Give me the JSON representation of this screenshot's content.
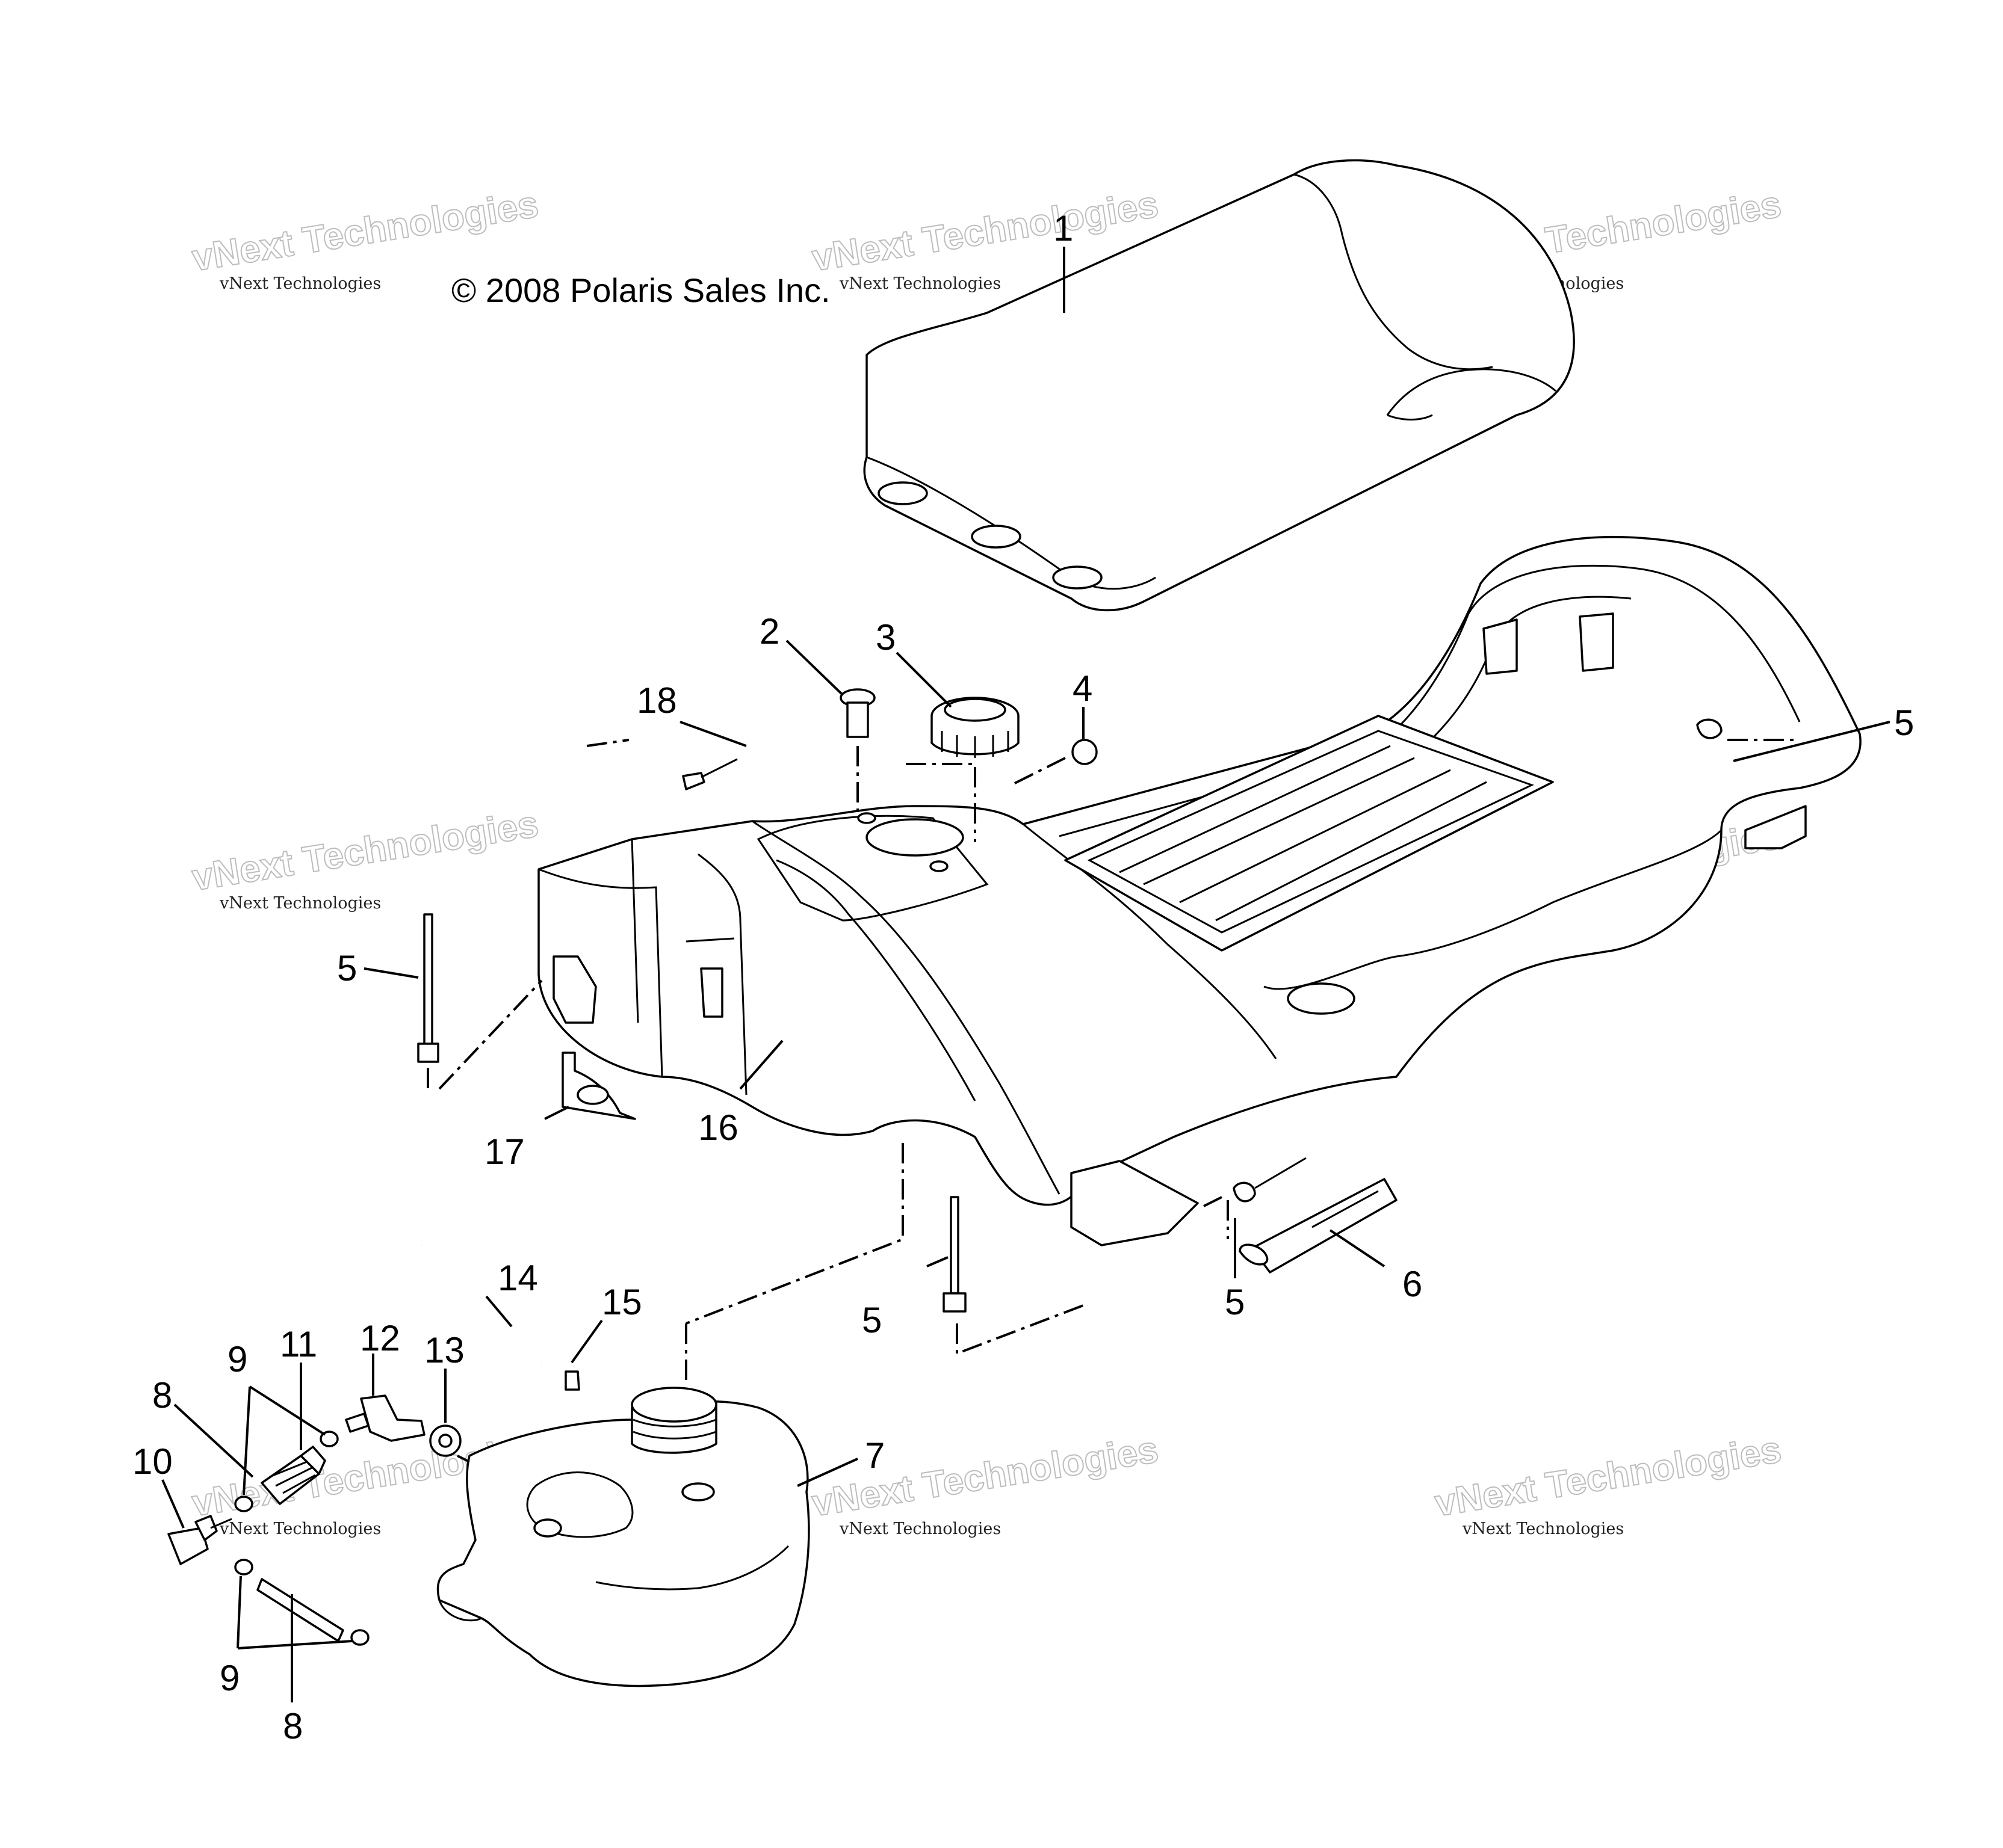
{
  "copyright": "© 2008 Polaris Sales Inc.",
  "watermark": {
    "big": "vNext Technologies",
    "small": "vNext Technologies"
  },
  "callouts": [
    "1",
    "2",
    "3",
    "4",
    "5",
    "5",
    "5",
    "5",
    "6",
    "7",
    "8",
    "8",
    "9",
    "9",
    "10",
    "11",
    "12",
    "13",
    "14",
    "15",
    "16",
    "17",
    "18"
  ]
}
